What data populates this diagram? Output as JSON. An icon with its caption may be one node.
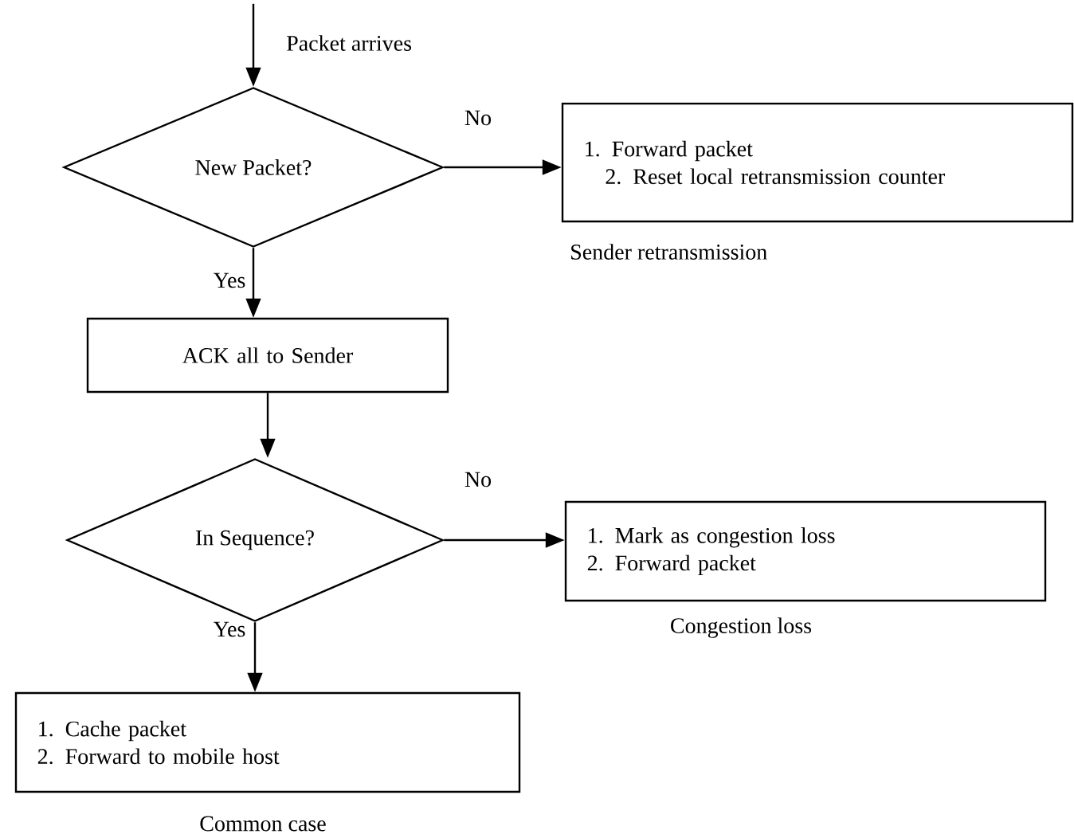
{
  "diagram": {
    "nodes": [
      {
        "text": [
          "New Packet?"
        ]
      },
      {
        "text": [
          "1. Forward packet",
          "2. Reset local retransmission counter"
        ],
        "beside": [
          "Sender retransmission"
        ]
      },
      {
        "text": [
          "ACK all to Sender"
        ]
      },
      {
        "text": [
          "In Sequence?"
        ]
      },
      {
        "text": [
          "1. Mark as congestion loss",
          "2. Forward packet"
        ],
        "beside": [
          "Congestion loss"
        ]
      },
      {
        "text": [
          "1. Cache packet",
          "2. Forward to mobile host"
        ],
        "beside": [
          "Common case"
        ]
      }
    ],
    "edges": [
      {
        "from": null,
        "to": 0,
        "arrow": "to",
        "label": "Packet arrives"
      },
      {
        "from": 0,
        "to": 1,
        "arrow": "to",
        "label": "No"
      },
      {
        "from": 0,
        "to": 2,
        "arrow": "to",
        "label": "Yes"
      },
      {
        "from": 2,
        "to": 3,
        "arrow": "to"
      },
      {
        "from": 3,
        "to": 4,
        "arrow": "to",
        "label": "No"
      },
      {
        "from": 3,
        "to": 5,
        "arrow": "to",
        "label": "Yes"
      }
    ]
  }
}
